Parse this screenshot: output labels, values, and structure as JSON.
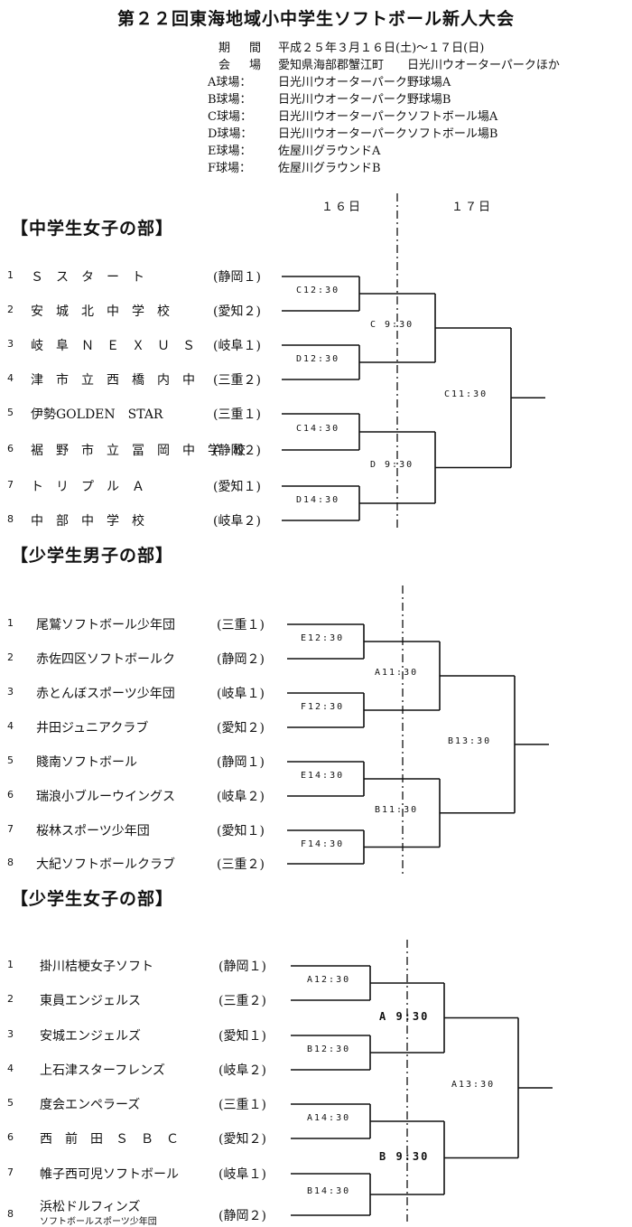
{
  "title": "第２２回東海地域小中学生ソフトボール新人大会",
  "info": [
    {
      "label": "期　間",
      "value": "平成２５年３月１６日(土)～１７日(日)"
    },
    {
      "label": "会　場",
      "value": "愛知県海部郡蟹江町　　日光川ウオーターパークほか"
    },
    {
      "label": "A球場：",
      "value": "日光川ウオーターパーク野球場A"
    },
    {
      "label": "B球場：",
      "value": "日光川ウオーターパーク野球場B"
    },
    {
      "label": "C球場：",
      "value": "日光川ウオーターパークソフトボール場A"
    },
    {
      "label": "D球場：",
      "value": "日光川ウオーターパークソフトボール場B"
    },
    {
      "label": "E球場：",
      "value": "佐屋川グラウンドA"
    },
    {
      "label": "F球場：",
      "value": "佐屋川グラウンドB"
    }
  ],
  "days": {
    "day1": "１６日",
    "day2": "１７日"
  },
  "sections": [
    {
      "title": "【中学生女子の部】",
      "teams": [
        {
          "no": "1",
          "name": "Ｓ　ス　タ　ー　ト",
          "pref": "(静岡１)"
        },
        {
          "no": "2",
          "name": "安　城　北　中　学　校",
          "pref": "(愛知２)"
        },
        {
          "no": "3",
          "name": "岐　阜　Ｎ　Ｅ　Ｘ　Ｕ　Ｓ",
          "pref": "(岐阜１)"
        },
        {
          "no": "4",
          "name": "津　市　立　西　橋　内　中",
          "pref": "(三重２)"
        },
        {
          "no": "5",
          "name": "伊勢GOLDEN　STAR",
          "pref": "(三重１)"
        },
        {
          "no": "6",
          "name": "裾　野　市　立　冨　岡　中　学　校",
          "pref": "(静岡２)"
        },
        {
          "no": "7",
          "name": "ト　リ　プ　ル　Ａ",
          "pref": "(愛知１)"
        },
        {
          "no": "8",
          "name": "中　部　中　学　校",
          "pref": "(岐阜２)"
        }
      ],
      "r1": [
        "C12:30",
        "D12:30",
        "C14:30",
        "D14:30"
      ],
      "r2": [
        "C 9:30",
        "D 9:30"
      ],
      "final": "C11:30"
    },
    {
      "title": "【少学生男子の部】",
      "teams": [
        {
          "no": "1",
          "name": "尾鷲ソフトボール少年団",
          "pref": "(三重１)"
        },
        {
          "no": "2",
          "name": "赤佐四区ソフトボールク",
          "pref": "(静岡２)"
        },
        {
          "no": "3",
          "name": "赤とんぼスポーツ少年団",
          "pref": "(岐阜１)"
        },
        {
          "no": "4",
          "name": "井田ジュニアクラブ",
          "pref": "(愛知２)"
        },
        {
          "no": "5",
          "name": "賤南ソフトボール",
          "pref": "(静岡１)"
        },
        {
          "no": "6",
          "name": "瑞浪小ブルーウイングス",
          "pref": "(岐阜２)"
        },
        {
          "no": "7",
          "name": "桜林スポーツ少年団",
          "pref": "(愛知１)"
        },
        {
          "no": "8",
          "name": "大紀ソフトボールクラブ",
          "pref": "(三重２)"
        }
      ],
      "r1": [
        "E12:30",
        "F12:30",
        "E14:30",
        "F14:30"
      ],
      "r2": [
        "A11:30",
        "B11:30"
      ],
      "final": "B13:30"
    },
    {
      "title": "【少学生女子の部】",
      "teams": [
        {
          "no": "1",
          "name": "掛川桔梗女子ソフト",
          "pref": "(静岡１)"
        },
        {
          "no": "2",
          "name": "東員エンジェルス",
          "pref": "(三重２)"
        },
        {
          "no": "3",
          "name": "安城エンジェルズ",
          "pref": "(愛知１)"
        },
        {
          "no": "4",
          "name": "上石津スターフレンズ",
          "pref": "(岐阜２)"
        },
        {
          "no": "5",
          "name": "度会エンペラーズ",
          "pref": "(三重１)"
        },
        {
          "no": "6",
          "name": "西　前　田　Ｓ　Ｂ　Ｃ",
          "pref": "(愛知２)"
        },
        {
          "no": "7",
          "name": "帷子西可児ソフトボール",
          "pref": "(岐阜１)"
        },
        {
          "no": "8",
          "name": "浜松ドルフィンズ",
          "sub": "ソフトボールスポーツ少年団",
          "pref": "(静岡２)"
        }
      ],
      "r1": [
        "A12:30",
        "B12:30",
        "A14:30",
        "B14:30"
      ],
      "r2": [
        "A 9:30",
        "B 9:30"
      ],
      "final": "A13:30"
    }
  ]
}
